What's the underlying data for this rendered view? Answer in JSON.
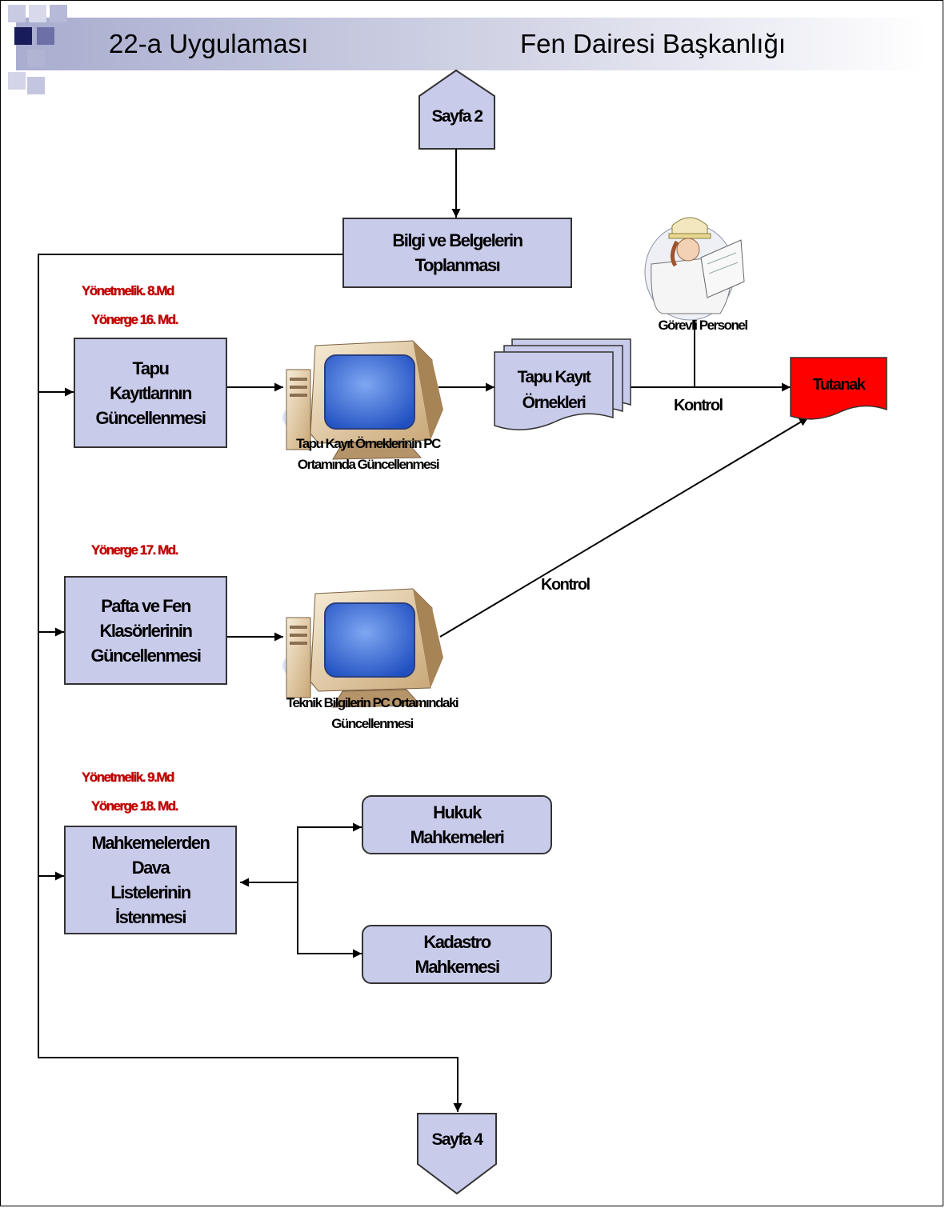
{
  "header": {
    "title_left": "22-a Uygulaması",
    "title_right": "Fen Dairesi Başkanlığı"
  },
  "connectors": {
    "top": "Sayfa 2",
    "bottom": "Sayfa 4"
  },
  "boxes": {
    "bilgi": "Bilgi ve Belgelerin\nToplanması",
    "tapu": "Tapu\nKayıtlarının\nGüncellenmesi",
    "pafta": "Pafta ve Fen\nKlasörlerinin\nGüncellenmesi",
    "mahkeme": "Mahkemelerden\nDava\nListelerinin\nİstenmesi",
    "hukuk": "Hukuk\nMahkemeleri",
    "kadastro": "Kadastro\nMahkemesi"
  },
  "refs": {
    "r1": "Yönetmelik. 8.Md",
    "r2": "Yönerge 16. Md.",
    "r3": "Yönerge 17. Md.",
    "r4": "Yönetmelik. 9.Md",
    "r5": "Yönerge 18. Md."
  },
  "captions": {
    "pc1": "Tapu Kayıt Örneklerinin PC\nOrtamında Güncellenmesi",
    "pc2": "Teknik Bilgilerin PC Ortamındaki\nGüncellenmesi",
    "personel": "Görevli Personel",
    "kontrol1": "Kontrol",
    "kontrol2": "Kontrol"
  },
  "documents": {
    "tapu_ornek": "Tapu Kayıt\nÖrnekleri",
    "tutanak": "Tutanak"
  },
  "colors": {
    "box_fill": "#c9cbea",
    "header_band": "#d9dbe9",
    "ref_red": "#c00000",
    "tutanak_red": "#ff0000",
    "monitor_screen": "#3b6fd8"
  }
}
